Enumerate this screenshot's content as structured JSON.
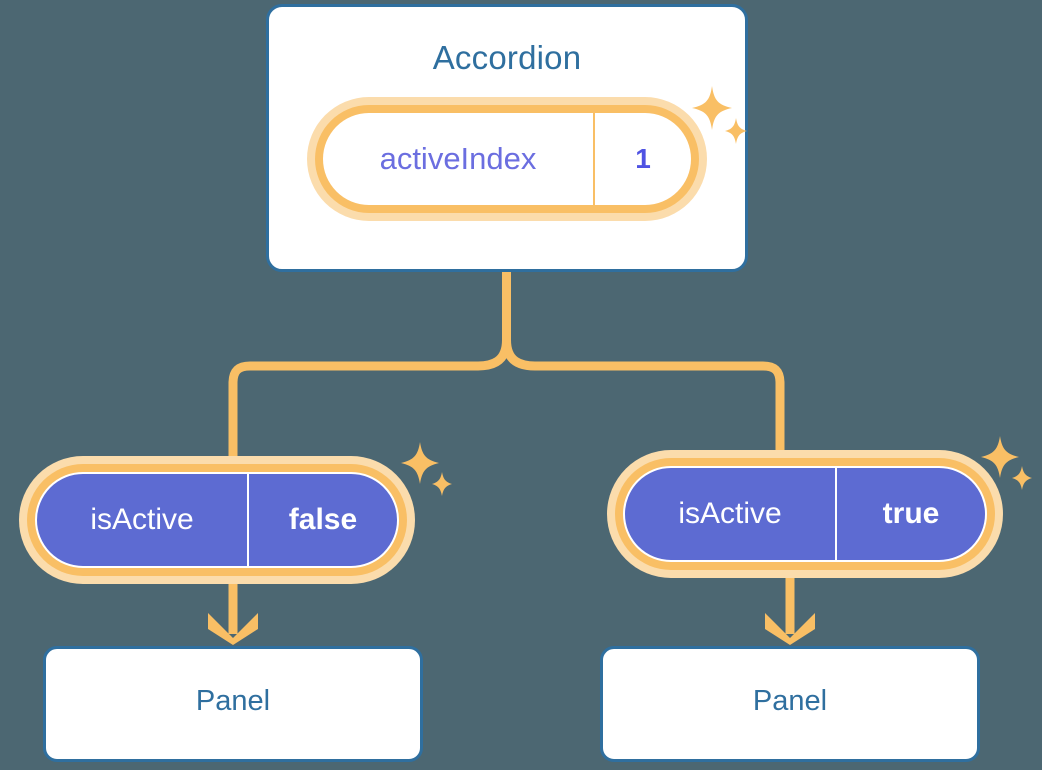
{
  "background_color": "#4c6772",
  "palette": {
    "card_border": "#2f6f9f",
    "card_fill": "#ffffff",
    "title_text": "#2f6f9f",
    "pill_ring": "#f9bf65",
    "pill_halo": "#fbdcac",
    "pill_child_fill": "#5d6bd2",
    "pill_key_text_top": "#6b6ee0",
    "pill_value_text_top": "#4f53e3",
    "pill_child_text": "#ffffff",
    "connector": "#f9bf65",
    "sparkle": "#f9bf65"
  },
  "diagram": {
    "type": "component-tree",
    "parent": {
      "title": "Accordion",
      "state": {
        "key": "activeIndex",
        "value": "1"
      }
    },
    "children": [
      {
        "id": "left",
        "prop": {
          "key": "isActive",
          "value": "false"
        },
        "component": {
          "title": "Panel"
        }
      },
      {
        "id": "right",
        "prop": {
          "key": "isActive",
          "value": "true"
        },
        "component": {
          "title": "Panel"
        }
      }
    ]
  },
  "icons": {
    "sparkle_large": "sparkle-four-point-large",
    "sparkle_small": "sparkle-four-point-small",
    "arrow_down": "arrow-down-icon"
  }
}
